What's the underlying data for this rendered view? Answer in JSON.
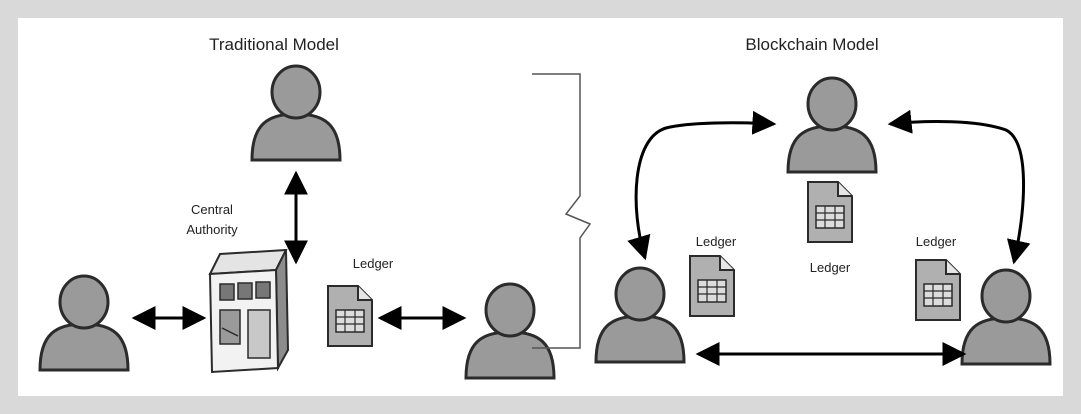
{
  "traditional": {
    "title": "Traditional Model",
    "central_authority_line1": "Central",
    "central_authority_line2": "Authority",
    "ledger_label": "Ledger"
  },
  "blockchain": {
    "title": "Blockchain Model",
    "ledger_top_label": "Ledger",
    "ledger_left_label": "Ledger",
    "ledger_right_label": "Ledger"
  },
  "colors": {
    "frame": "#d9d9d9",
    "person_fill": "#9a9a9a",
    "person_stroke": "#2b2b2b",
    "arrow": "#000000"
  },
  "icons": [
    "person-icon",
    "server-icon",
    "ledger-icon",
    "double-arrow"
  ]
}
